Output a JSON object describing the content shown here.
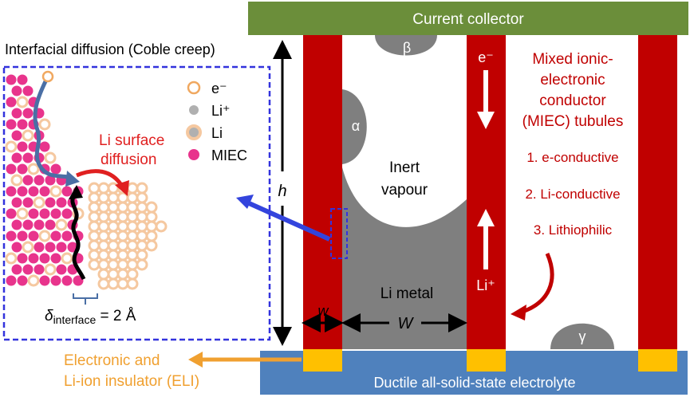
{
  "labels": {
    "current_collector": "Current collector",
    "electrolyte": "Ductile all-solid-state electrolyte",
    "interfacial_diffusion": "Interfacial diffusion (Coble creep)",
    "beta": "β",
    "alpha": "α",
    "gamma": "γ",
    "inert_vapour_line1": "Inert",
    "inert_vapour_line2": "vapour",
    "li_metal": "Li metal",
    "h": "h",
    "w_small": "w",
    "w_large": "W",
    "electron_symbol": "e⁻",
    "li_ion_symbol": "Li⁺",
    "li_surface_line1": "Li surface",
    "li_surface_line2": "diffusion",
    "delta_symbol": "δ",
    "delta_subscript": "interface",
    "delta_value": " = 2 Å",
    "eli_line1": "Electronic and",
    "eli_line2": "Li-ion insulator (ELI)"
  },
  "legend": [
    {
      "key": "electron",
      "label": "e⁻"
    },
    {
      "key": "li_ion",
      "label": "Li⁺"
    },
    {
      "key": "li_atom",
      "label": "Li"
    },
    {
      "key": "miec",
      "label": "MIEC"
    }
  ],
  "miec_panel": {
    "title_lines": [
      "Mixed ionic-",
      "electronic",
      "conductor",
      "(MIEC) tubules"
    ],
    "properties": [
      "1. e-conductive",
      "2. Li-conductive",
      "3. Lithiophilic"
    ]
  },
  "colors": {
    "collector_green": "#6b8e3a",
    "electrolyte_blue": "#4f81bd",
    "tubule_red": "#c00000",
    "li_metal_gray": "#7f7f7f",
    "eli_gold": "#ffc000",
    "miec_pink": "#e8348c",
    "li_peach": "#f5c8a0",
    "dashed_blue": "#3333dd",
    "li_surface_red": "#e02020",
    "eli_orange": "#f0a030",
    "arrow_blue": "#3344dd",
    "miec_text_red": "#c00000"
  }
}
